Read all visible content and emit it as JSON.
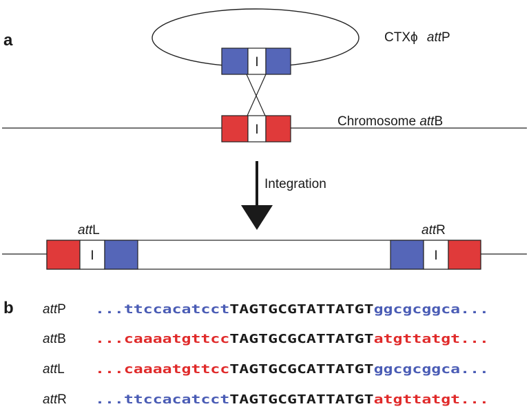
{
  "panel_a": {
    "letter": "a",
    "phage_label_prefix": "CTXϕ ",
    "phage_label_italic": "att",
    "phage_label_suffix": "P",
    "chromosome_label_prefix": "Chromosome ",
    "chromosome_label_italic": "att",
    "chromosome_label_suffix": "B",
    "integration_label": "Integration",
    "core_label": "I",
    "attL": {
      "italic": "att",
      "suffix": "L"
    },
    "attR": {
      "italic": "att",
      "suffix": "R"
    },
    "colors": {
      "phage": "#5566b8",
      "chromosome": "#e03a3a",
      "core": "#ffffff"
    }
  },
  "panel_b": {
    "letter": "b",
    "colors": {
      "blue": "#4a5cb5",
      "red": "#e02a2a",
      "core": "#1a1a1a"
    },
    "rows": [
      {
        "name_italic": "att",
        "name_suffix": "P",
        "left": "...ttccacatcct",
        "left_color": "blue",
        "core": "TAGTGCGTATTATGT",
        "right": "ggcgcggca...",
        "right_color": "blue"
      },
      {
        "name_italic": "att",
        "name_suffix": "B",
        "left": "...caaaatgttcc",
        "left_color": "red",
        "core": "TAGTGCGCATTATGT",
        "right": "atgttatgt...",
        "right_color": "red"
      },
      {
        "name_italic": "att",
        "name_suffix": "L",
        "left": "...caaaatgttcc",
        "left_color": "red",
        "core": "TAGTGCGCATTATGT",
        "right": "ggcgcggca...",
        "right_color": "blue"
      },
      {
        "name_italic": "att",
        "name_suffix": "R",
        "left": "...ttccacatcct",
        "left_color": "blue",
        "core": "TAGTGCGTATTATGT",
        "right": "atgttatgt...",
        "right_color": "red"
      }
    ]
  }
}
